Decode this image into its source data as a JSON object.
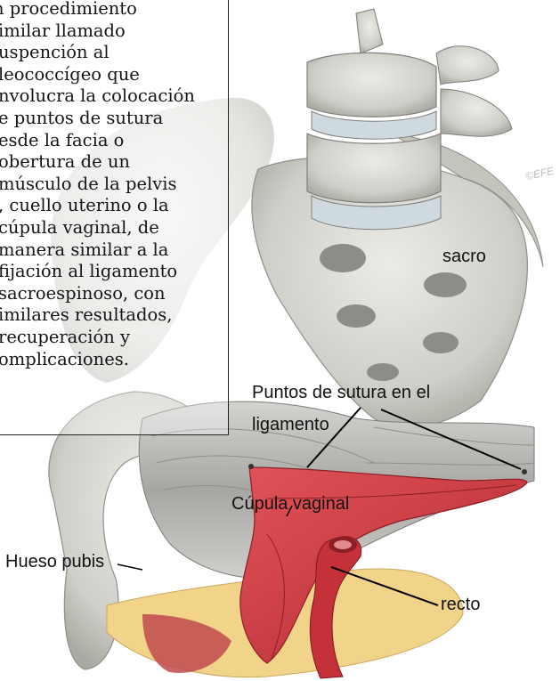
{
  "text_block": {
    "lines": [
      "n procedimiento",
      "imilar llamado",
      "uspención al",
      "leococcígeo que",
      "nvolucra la colocación",
      "e puntos de sutura",
      "esde la facia o",
      "obertura de un",
      "músculo de la pelvis",
      ", cuello uterino o la",
      "cúpula vaginal, de",
      "manera similar a la",
      "fijación al ligamento",
      "sacroespinoso, con",
      "imilares resultados,",
      "recuperación y",
      "omplicaciones."
    ]
  },
  "labels": {
    "sacro": "sacro",
    "puntos_line1": "Puntos de sutura en el",
    "puntos_line2": "ligamento",
    "cupula": "Cúpula vaginal",
    "hueso": "Hueso pubis",
    "recto": "recto",
    "copyright": "©EFE"
  },
  "colors": {
    "bone": "#d9d8d2",
    "bone_shadow": "#9e9d96",
    "muscle_gray": "#c9c8c6",
    "vagina_red": "#d23a3f",
    "fat_yellow": "#f1d48a"
  }
}
